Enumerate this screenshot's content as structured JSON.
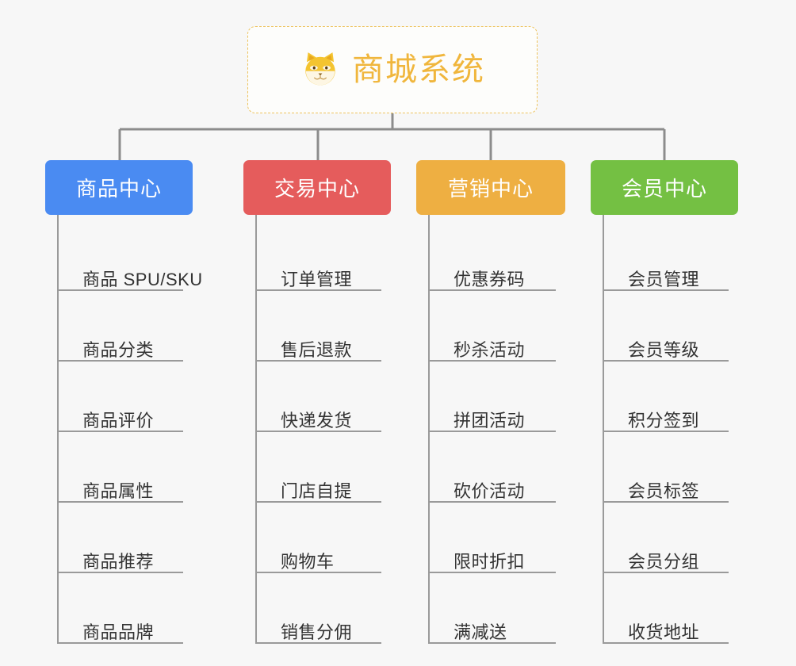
{
  "root": {
    "title": "商城系统",
    "icon": "shiba-dog-icon",
    "accent_color": "#f0b63c",
    "border_color": "#edc35e",
    "background": "#fdfdfb"
  },
  "page": {
    "background": "#f7f7f7",
    "connector_color": "#8c8c8c",
    "leaf_line_color": "#9a9a9a",
    "leaf_text_color": "#333333"
  },
  "columns": [
    {
      "name": "商品中心",
      "color": "#4a8bf2",
      "items": [
        "商品 SPU/SKU",
        "商品分类",
        "商品评价",
        "商品属性",
        "商品推荐",
        "商品品牌"
      ]
    },
    {
      "name": "交易中心",
      "color": "#e55c5c",
      "items": [
        "订单管理",
        "售后退款",
        "快递发货",
        "门店自提",
        "购物车",
        "销售分佣"
      ]
    },
    {
      "name": "营销中心",
      "color": "#eeaf42",
      "items": [
        "优惠券码",
        "秒杀活动",
        "拼团活动",
        "砍价活动",
        "限时折扣",
        "满减送"
      ]
    },
    {
      "name": "会员中心",
      "color": "#74c043",
      "items": [
        "会员管理",
        "会员等级",
        "积分签到",
        "会员标签",
        "会员分组",
        "收货地址"
      ]
    }
  ]
}
